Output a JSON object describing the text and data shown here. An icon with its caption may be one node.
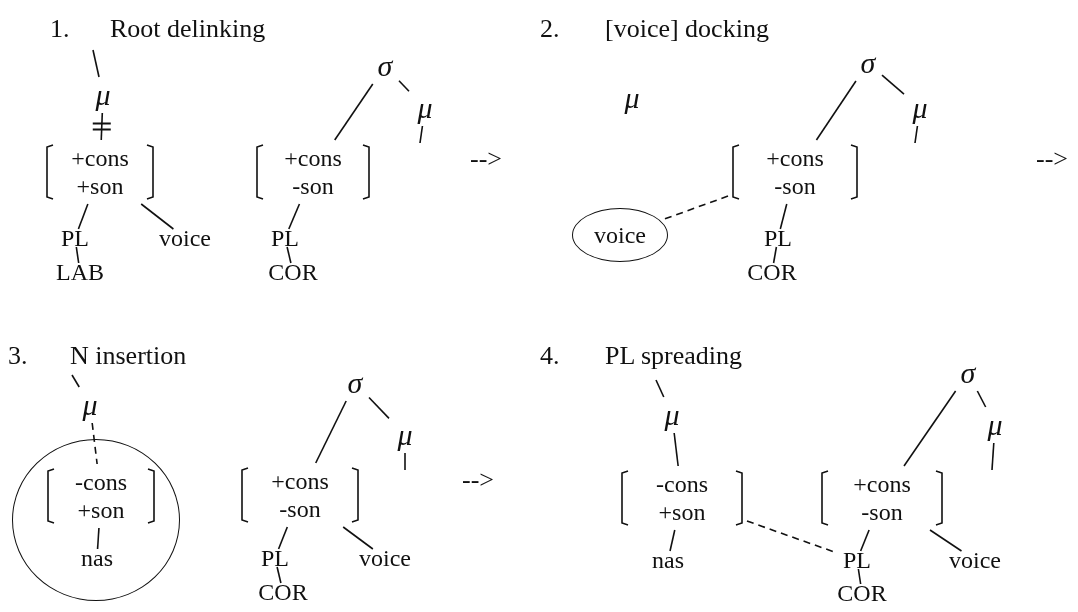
{
  "diagram": {
    "nodes": [
      {
        "text": [
          "μ"
        ]
      },
      {
        "text": [
          "+cons",
          "+son"
        ]
      },
      {
        "text": [
          "PL"
        ]
      },
      {
        "text": [
          "voice"
        ]
      },
      {
        "text": [
          "LAB"
        ]
      },
      {
        "text": [
          "σ"
        ]
      },
      {
        "text": [
          "μ"
        ]
      },
      {
        "text": [
          "+cons",
          "-son"
        ]
      },
      {
        "text": [
          "PL"
        ]
      },
      {
        "text": [
          "COR"
        ]
      },
      {
        "text": [
          "μ"
        ]
      },
      {
        "text": [
          "σ"
        ]
      },
      {
        "text": [
          "μ"
        ]
      },
      {
        "text": [
          "+cons",
          "-son"
        ]
      },
      {
        "text": [
          "voice"
        ]
      },
      {
        "text": [
          "PL"
        ]
      },
      {
        "text": [
          "COR"
        ]
      },
      {
        "text": [
          "μ"
        ]
      },
      {
        "text": [],
        "shape": "circle"
      },
      {
        "text": [
          "-cons",
          "+son"
        ],
        "in": 18
      },
      {
        "text": [
          "nas"
        ],
        "in": 18
      },
      {
        "text": [
          "σ"
        ]
      },
      {
        "text": [
          "μ"
        ]
      },
      {
        "text": [
          "+cons",
          "-son"
        ]
      },
      {
        "text": [
          "PL"
        ]
      },
      {
        "text": [
          "voice"
        ]
      },
      {
        "text": [
          "COR"
        ]
      },
      {
        "text": [
          "μ"
        ]
      },
      {
        "text": [
          "-cons",
          "+son"
        ]
      },
      {
        "text": [
          "nas"
        ]
      },
      {
        "text": [
          "σ"
        ]
      },
      {
        "text": [
          "μ"
        ]
      },
      {
        "text": [
          "+cons",
          "-son"
        ]
      },
      {
        "text": [
          "PL"
        ]
      },
      {
        "text": [
          "voice"
        ]
      },
      {
        "text": [
          "COR"
        ]
      }
    ],
    "edges": [
      {
        "from": null,
        "to": 0,
        "arrow": "none"
      },
      {
        "from": 0,
        "to": 1,
        "arrow": "none"
      },
      {
        "from": 1,
        "to": 2,
        "arrow": "none"
      },
      {
        "from": 1,
        "to": 3,
        "arrow": "none"
      },
      {
        "from": 2,
        "to": 4,
        "arrow": "none"
      },
      {
        "from": 5,
        "to": 7,
        "arrow": "none"
      },
      {
        "from": 5,
        "to": 6,
        "arrow": "none"
      },
      {
        "from": 6,
        "to": null,
        "arrow": "none"
      },
      {
        "from": 7,
        "to": 8,
        "arrow": "none"
      },
      {
        "from": 8,
        "to": 9,
        "arrow": "none"
      },
      {
        "from": 11,
        "to": 13,
        "arrow": "none"
      },
      {
        "from": 11,
        "to": 12,
        "arrow": "none"
      },
      {
        "from": 12,
        "to": null,
        "arrow": "none"
      },
      {
        "from": 13,
        "to": 14,
        "arrow": "none",
        "style": "dashed"
      },
      {
        "from": 13,
        "to": 15,
        "arrow": "none"
      },
      {
        "from": 15,
        "to": 16,
        "arrow": "none"
      },
      {
        "from": null,
        "to": 17,
        "arrow": "none"
      },
      {
        "from": 17,
        "to": 19,
        "arrow": "none",
        "style": "dashed"
      },
      {
        "from": 19,
        "to": 20,
        "arrow": "none"
      },
      {
        "from": 21,
        "to": 23,
        "arrow": "none"
      },
      {
        "from": 21,
        "to": 22,
        "arrow": "none"
      },
      {
        "from": 22,
        "to": null,
        "arrow": "none"
      },
      {
        "from": 23,
        "to": 24,
        "arrow": "none"
      },
      {
        "from": 23,
        "to": 25,
        "arrow": "none"
      },
      {
        "from": 24,
        "to": 26,
        "arrow": "none"
      },
      {
        "from": null,
        "to": 27,
        "arrow": "none"
      },
      {
        "from": 27,
        "to": 28,
        "arrow": "none"
      },
      {
        "from": 28,
        "to": 29,
        "arrow": "none"
      },
      {
        "from": 28,
        "to": 33,
        "arrow": "none",
        "style": "dashed"
      },
      {
        "from": 30,
        "to": 32,
        "arrow": "none"
      },
      {
        "from": 30,
        "to": 31,
        "arrow": "none"
      },
      {
        "from": 31,
        "to": null,
        "arrow": "none"
      },
      {
        "from": 32,
        "to": 33,
        "arrow": "none"
      },
      {
        "from": 32,
        "to": 34,
        "arrow": "none"
      },
      {
        "from": 33,
        "to": 35,
        "arrow": "none"
      }
    ],
    "labels": [
      "1.",
      "Root delinking",
      "-->",
      "2.",
      "[voice] docking",
      "-->",
      "3.",
      "N insertion",
      "-->",
      "4.",
      "PL spreading"
    ]
  }
}
